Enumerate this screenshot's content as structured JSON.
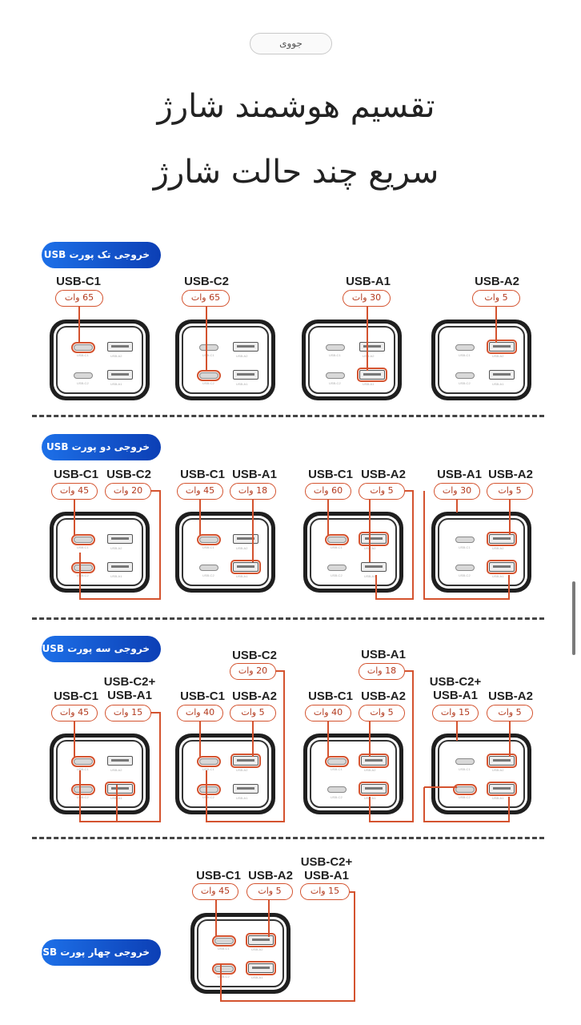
{
  "search": {
    "label": "جووی"
  },
  "headline": {
    "line1": "تقسیم هوشمند شارژ",
    "line2": "سریع چند حالت شارژ"
  },
  "sections": [
    {
      "label": "خروجی تک پورت USB"
    },
    {
      "label": "خروجی دو پورت USB"
    },
    {
      "label": "خروجی سه پورت USB"
    },
    {
      "label": "خروجی چهار پورت USB"
    }
  ],
  "row1": [
    {
      "port": "USB-C1",
      "watt": "65 وات"
    },
    {
      "port": "USB-C2",
      "watt": "65 وات"
    },
    {
      "port": "USB-A1",
      "watt": "30 وات"
    },
    {
      "port": "USB-A2",
      "watt": "5 وات"
    }
  ],
  "row2": [
    {
      "port1": "USB-C1",
      "watt1": "45 وات",
      "port2": "USB-C2",
      "watt2": "20 وات"
    },
    {
      "port1": "USB-C1",
      "watt1": "45 وات",
      "port2": "USB-A1",
      "watt2": "18 وات"
    },
    {
      "port1": "USB-C1",
      "watt1": "60 وات",
      "port2": "USB-A2",
      "watt2": "5 وات"
    },
    {
      "port1": "USB-A1",
      "watt1": "30 وات",
      "port2": "USB-A2",
      "watt2": "5 وات"
    }
  ],
  "row3": [
    {
      "port1": "USB-C1",
      "watt1": "45 وات",
      "port2": "USB-C2+\nUSB-A1",
      "watt2": "15 وات"
    },
    {
      "port1": "USB-C1",
      "watt1": "40 وات",
      "port2": "USB-A2",
      "watt2": "5 وات",
      "port3": "USB-C2",
      "watt3": "20 وات"
    },
    {
      "port1": "USB-C1",
      "watt1": "40 وات",
      "port2": "USB-A2",
      "watt2": "5 وات",
      "port3": "USB-A1",
      "watt3": "18 وات"
    },
    {
      "port1": "USB-C2+\nUSB-A1",
      "watt1": "15 وات",
      "port2": "USB-A2",
      "watt2": "5 وات"
    }
  ],
  "row4": {
    "port1": "USB-C1",
    "watt1": "45 وات",
    "port2": "USB-A2",
    "watt2": "5 وات",
    "port3": "USB-C2+\nUSB-A1",
    "watt3": "15 وات"
  },
  "port_caps": {
    "c1": "USB-C1",
    "c2": "USB-C2",
    "a1": "USB-A1",
    "a2": "USB-A2"
  },
  "colors": {
    "accent": "#d4532f",
    "pill": "#1d70e8",
    "charger": "#1f1f1f"
  }
}
